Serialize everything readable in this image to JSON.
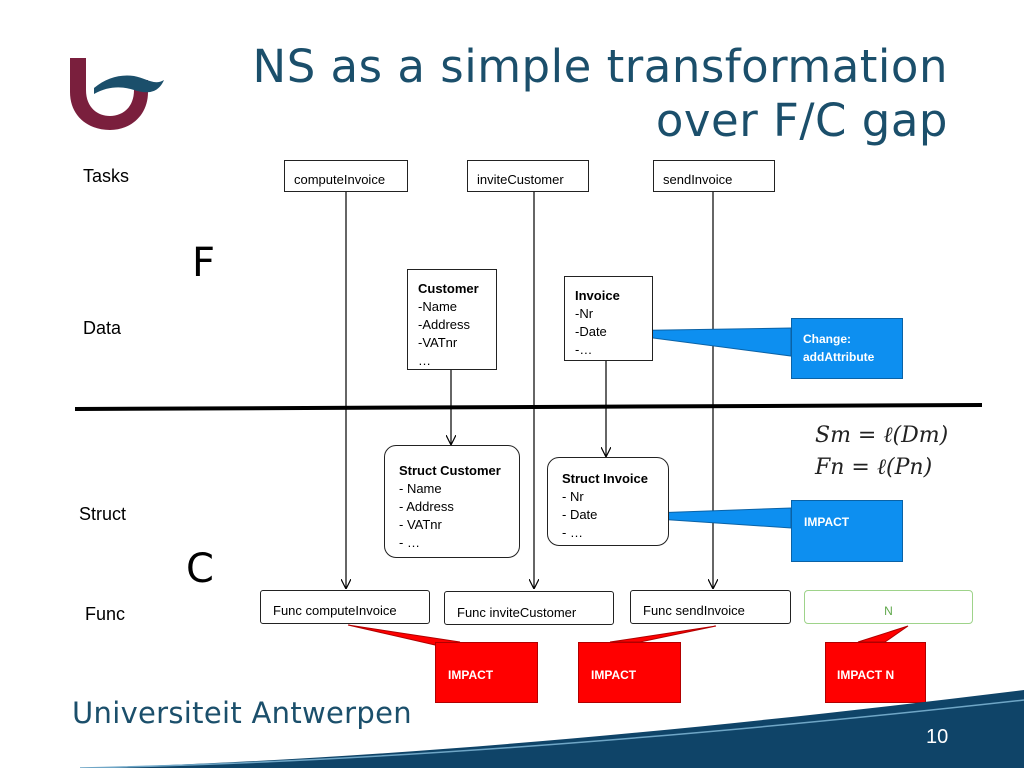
{
  "slide": {
    "title_line1": "NS as a simple transformation",
    "title_line2": "over F/C gap",
    "page_number": "10",
    "university": "Universiteit Antwerpen"
  },
  "rows": {
    "tasks": "Tasks",
    "data": "Data",
    "struct": "Struct",
    "func": "Func"
  },
  "regions": {
    "functional": "F",
    "constructional": "C"
  },
  "tasks": [
    "computeInvoice",
    "inviteCustomer",
    "sendInvoice"
  ],
  "data_entities": {
    "customer": {
      "name": "Customer",
      "attrs": [
        "-Name",
        "-Address",
        "-VATnr",
        "…"
      ]
    },
    "invoice": {
      "name": "Invoice",
      "attrs": [
        "-Nr",
        "-Date",
        "-…"
      ]
    }
  },
  "structs": {
    "customer": {
      "name": "Struct Customer",
      "attrs": [
        "- Name",
        "- Address",
        "- VATnr",
        "- …"
      ]
    },
    "invoice": {
      "name": "Struct Invoice",
      "attrs": [
        "- Nr",
        "- Date",
        "- …"
      ]
    }
  },
  "funcs": [
    "Func computeInvoice",
    "Func inviteCustomer",
    "Func sendInvoice"
  ],
  "func_n": "N",
  "callouts": {
    "change_line1": "Change:",
    "change_line2": "addAttribute",
    "impact_struct": "IMPACT",
    "impact_func1": "IMPACT",
    "impact_func2": "IMPACT",
    "impact_n": "IMPACT N"
  },
  "formulas": {
    "line1": "Sm = ℓ(Dm)",
    "line2": "Fn = ℓ(Pn)"
  },
  "colors": {
    "title": "#1b4f6b",
    "callout_blue": "#0d8ff0",
    "callout_red": "#ff0000",
    "logo": "#7a1f3d",
    "logo_wave": "#1b4f6b",
    "band": "#0f4468"
  }
}
